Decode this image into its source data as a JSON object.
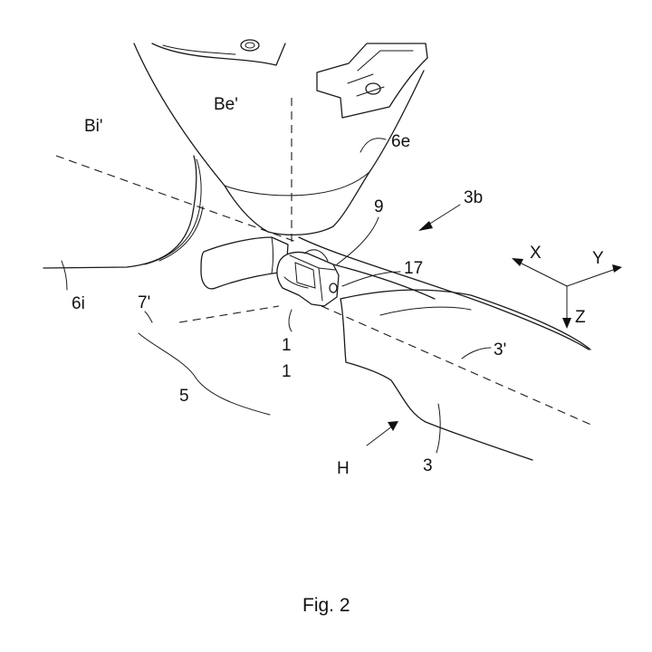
{
  "figure": {
    "caption": "Fig. 2",
    "labels": {
      "be": "Be'",
      "bi": "Bi'",
      "l6e": "6e",
      "l6i": "6i",
      "l3b": "3b",
      "l9": "9",
      "l17": "17",
      "l7": "7'",
      "l1a": "1",
      "l1b": "1",
      "l5": "5",
      "lh": "H",
      "l3": "3",
      "l3p": "3'",
      "axis_x": "X",
      "axis_y": "Y",
      "axis_z": "Z"
    }
  }
}
